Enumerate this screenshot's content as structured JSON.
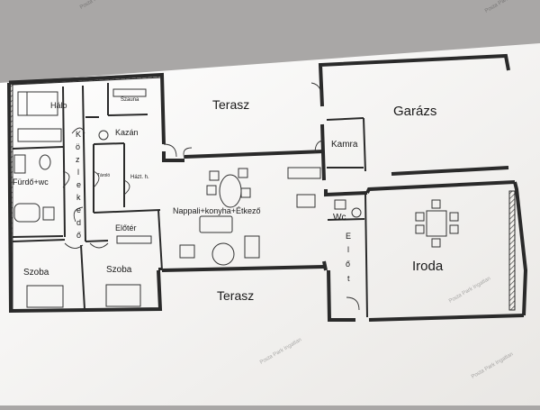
{
  "plan": {
    "rooms": {
      "halo": "Hálo",
      "szauna": "Szauna",
      "kazan": "Kazán",
      "furdo": "Fürdő+wc",
      "tarolo": "Tároló",
      "haztb": "Házt. h.",
      "koz_letters": [
        "K",
        "ö",
        "z",
        "l",
        "e",
        "k",
        "e",
        "d",
        "ő"
      ],
      "eloter_left": "Előtér",
      "nappali": "Nappali+konyha+Étkező",
      "szoba1": "Szoba",
      "szoba2": "Szoba",
      "terasz_top": "Terasz",
      "terasz_bottom": "Terasz",
      "garazs": "Garázs",
      "kamra": "Kamra",
      "wc": "Wc",
      "elo_letters": [
        "E",
        "l",
        "ő",
        "t"
      ],
      "iroda": "Iroda"
    },
    "watermarks": [
      "Posta Park Ingatlan",
      "Posta Park Ingatlan",
      "Posta Park Ingatlan",
      "Posta Park Ingatlan",
      "Posta Park Ingatlan"
    ]
  }
}
